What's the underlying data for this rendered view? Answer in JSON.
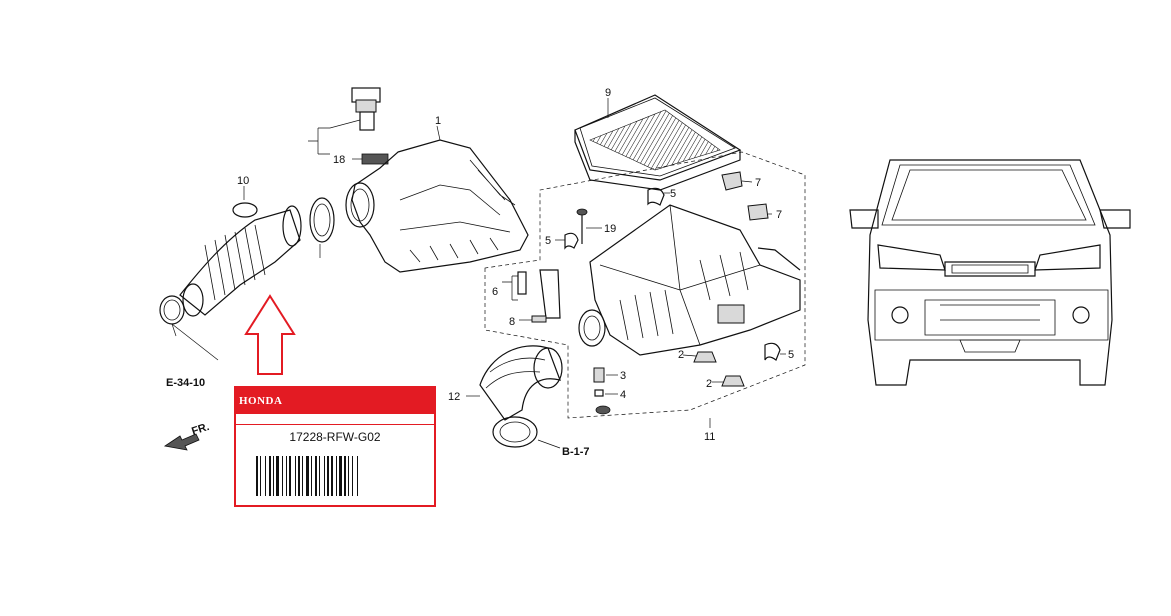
{
  "callouts": {
    "c1": "1",
    "c2a": "2",
    "c2b": "2",
    "c3": "3",
    "c4": "4",
    "c5a": "5",
    "c5b": "5",
    "c5c": "5",
    "c6": "6",
    "c7a": "7",
    "c7b": "7",
    "c8": "8",
    "c9": "9",
    "c10": "10",
    "c11": "11",
    "c12": "12",
    "c18": "18",
    "c19": "19"
  },
  "refs": {
    "e34": "E-34-10",
    "b17": "B-1-7",
    "front": "FR."
  },
  "label": {
    "brand": "HONDA",
    "part_number": "17228-RFW-G02"
  },
  "colors": {
    "accent_red": "#e31b23",
    "line": "#111111"
  }
}
